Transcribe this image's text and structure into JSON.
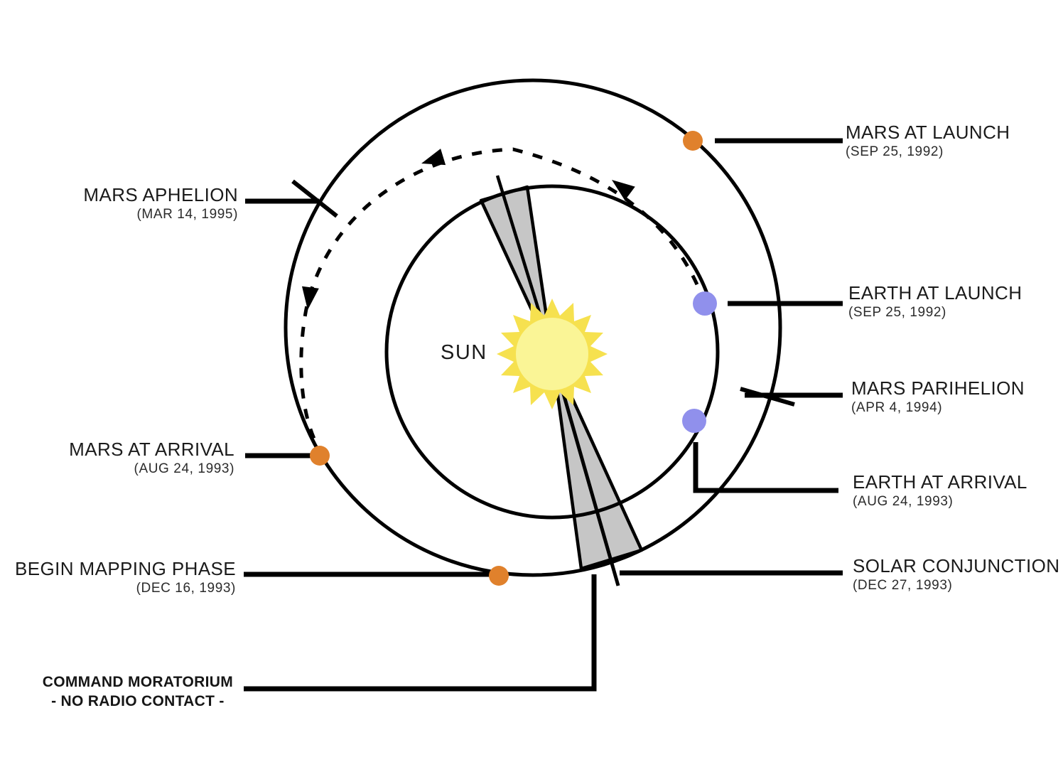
{
  "sun": {
    "label": "SUN"
  },
  "labels": {
    "mars_at_launch": {
      "title": "MARS AT LAUNCH",
      "date": "(SEP 25, 1992)"
    },
    "earth_at_launch": {
      "title": "EARTH AT LAUNCH",
      "date": "(SEP 25, 1992)"
    },
    "mars_parihelion": {
      "title": "MARS PARIHELION",
      "date": "(APR 4, 1994)"
    },
    "earth_at_arrival": {
      "title": "EARTH AT ARRIVAL",
      "date": "(AUG 24, 1993)"
    },
    "solar_conjunction": {
      "title": "SOLAR CONJUNCTION",
      "date": "(DEC 27, 1993)"
    },
    "mars_aphelion": {
      "title": "MARS APHELION",
      "date": "(MAR 14, 1995)"
    },
    "mars_at_arrival": {
      "title": "MARS AT ARRIVAL",
      "date": "(AUG 24, 1993)"
    },
    "begin_mapping_phase": {
      "title": "BEGIN MAPPING PHASE",
      "date": "(DEC 16, 1993)"
    },
    "command_moratorium": {
      "line1": "COMMAND MORATORIUM",
      "line2": "- NO RADIO CONTACT -"
    }
  },
  "colors": {
    "line": "#000000",
    "mars_dot": "#E0812C",
    "earth_dot": "#9090EC",
    "sun_rays": "#F6E14F",
    "sun_core": "#FAF596",
    "conjunction_wedge": "#C6C6C6"
  },
  "legend_semantics": {
    "orange_dot": "Mars position",
    "blue_dot": "Earth position",
    "dashed_arc": "spacecraft transfer trajectory",
    "gray_wedge": "solar conjunction zone"
  }
}
